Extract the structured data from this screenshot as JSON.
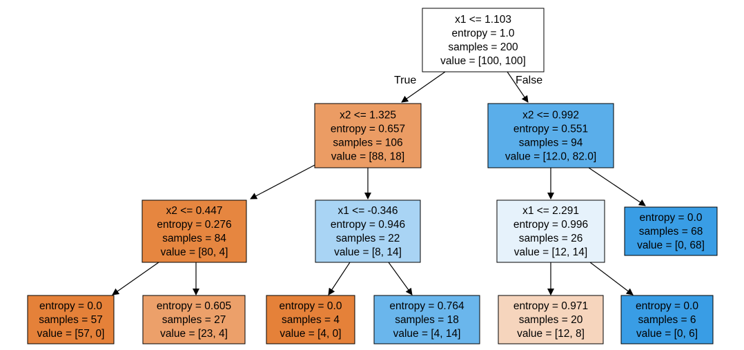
{
  "edge_labels": {
    "true_label": "True",
    "false_label": "False"
  },
  "nodes": [
    {
      "id": "root",
      "fill": "#ffffff",
      "lines": [
        "x1 <= 1.103",
        "entropy = 1.0",
        "samples = 200",
        "value = [100, 100]"
      ]
    },
    {
      "id": "n1",
      "fill": "#eb9c64",
      "lines": [
        "x2 <= 1.325",
        "entropy = 0.657",
        "samples = 106",
        "value = [88, 18]"
      ]
    },
    {
      "id": "n2",
      "fill": "#5aaeea",
      "lines": [
        "x2 <= 0.992",
        "entropy = 0.551",
        "samples = 94",
        "value = [12.0, 82.0]"
      ]
    },
    {
      "id": "n3",
      "fill": "#e68640",
      "lines": [
        "x2 <= 0.447",
        "entropy = 0.276",
        "samples = 84",
        "value = [80, 4]"
      ]
    },
    {
      "id": "n4",
      "fill": "#a9d4f4",
      "lines": [
        "x1 <= -0.346",
        "entropy = 0.946",
        "samples = 22",
        "value = [8, 14]"
      ]
    },
    {
      "id": "n5",
      "fill": "#e6f2fb",
      "lines": [
        "x1 <= 2.291",
        "entropy = 0.996",
        "samples = 26",
        "value = [12, 14]"
      ]
    },
    {
      "id": "n6",
      "fill": "#399de5",
      "lines": [
        "entropy = 0.0",
        "samples = 68",
        "value = [0, 68]"
      ]
    },
    {
      "id": "n7",
      "fill": "#e58139",
      "lines": [
        "entropy = 0.0",
        "samples = 57",
        "value = [57, 0]"
      ]
    },
    {
      "id": "n8",
      "fill": "#eca06a",
      "lines": [
        "entropy = 0.605",
        "samples = 27",
        "value = [23, 4]"
      ]
    },
    {
      "id": "n9",
      "fill": "#e58139",
      "lines": [
        "entropy = 0.0",
        "samples = 4",
        "value = [4, 0]"
      ]
    },
    {
      "id": "n10",
      "fill": "#6ab6ec",
      "lines": [
        "entropy = 0.764",
        "samples = 18",
        "value = [4, 14]"
      ]
    },
    {
      "id": "n11",
      "fill": "#f6d5bd",
      "lines": [
        "entropy = 0.971",
        "samples = 20",
        "value = [12, 8]"
      ]
    },
    {
      "id": "n12",
      "fill": "#399de5",
      "lines": [
        "entropy = 0.0",
        "samples = 6",
        "value = [0, 6]"
      ]
    }
  ]
}
